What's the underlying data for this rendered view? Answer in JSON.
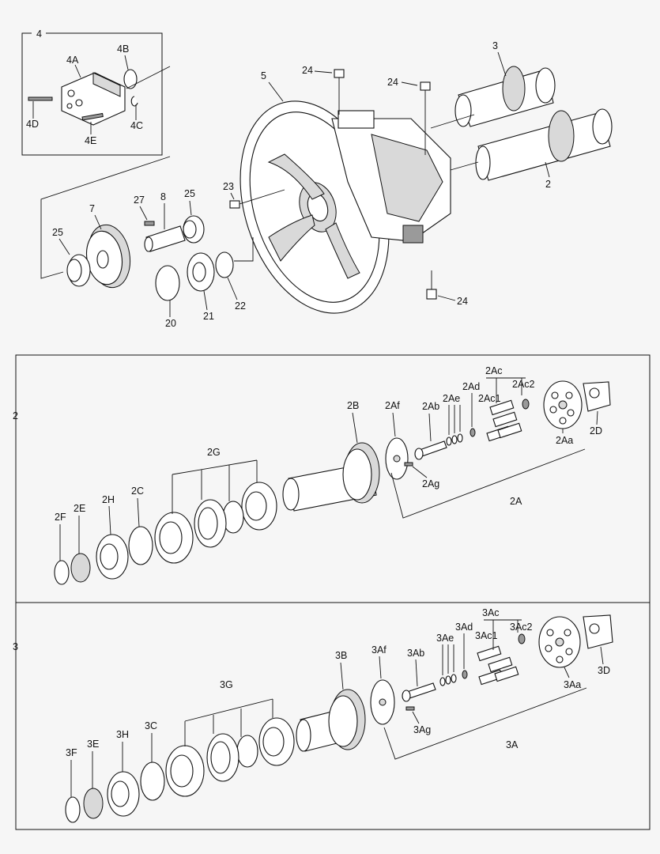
{
  "callouts": {
    "assy4": "4",
    "c4A": "4A",
    "c4B": "4B",
    "c4C": "4C",
    "c4D": "4D",
    "c4E": "4E",
    "c5": "5",
    "c3": "3",
    "c2": "2",
    "c24a": "24",
    "c24b": "24",
    "c24c": "24",
    "c23": "23",
    "c27": "27",
    "c8": "8",
    "c25a": "25",
    "c25b": "25",
    "c7": "7",
    "c20": "20",
    "c21": "21",
    "c22": "22",
    "assy2": "2",
    "c2Ac": "2Ac",
    "c2Ad": "2Ad",
    "c2Ac2": "2Ac2",
    "c2Ae": "2Ae",
    "c2Ac1": "2Ac1",
    "c2B": "2B",
    "c2Af": "2Af",
    "c2Ab": "2Ab",
    "c2Aa": "2Aa",
    "c2D": "2D",
    "c2G": "2G",
    "c2Ag": "2Ag",
    "c2C": "2C",
    "c2H": "2H",
    "c2E": "2E",
    "c2F": "2F",
    "c2A": "2A",
    "assy3": "3",
    "c3Ac": "3Ac",
    "c3Ac2": "3Ac2",
    "c3Ad": "3Ad",
    "c3Ac1": "3Ac1",
    "c3Ae": "3Ae",
    "c3B": "3B",
    "c3Af": "3Af",
    "c3Ab": "3Ab",
    "c3Aa": "3Aa",
    "c3D": "3D",
    "c3G": "3G",
    "c3Ag": "3Ag",
    "c3C": "3C",
    "c3H": "3H",
    "c3E": "3E",
    "c3F": "3F",
    "c3A": "3A"
  }
}
